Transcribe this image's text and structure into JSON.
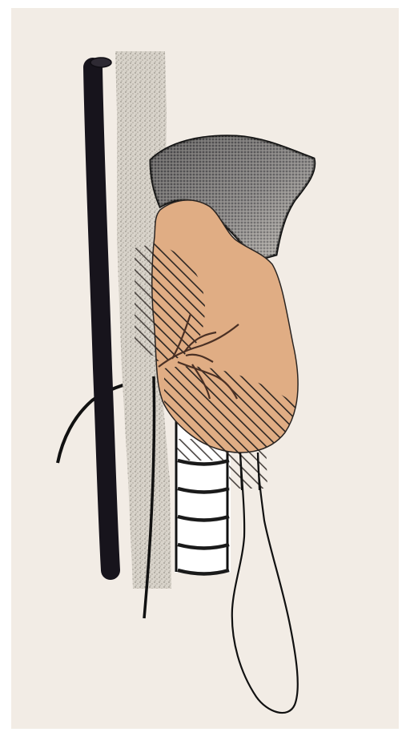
{
  "figure": {
    "colors": {
      "background": "#f2ece5",
      "border": "#ffffff",
      "vessel": "#17141c",
      "muscle_stipple": "#d2cdc3",
      "cartilage_dark": "#3f3e40",
      "cartilage_light": "#c8c4bd",
      "gland": "#e0ad84",
      "hatch": "#2a2421",
      "vessels_in_gland": "#4a3024",
      "outline": "#111111"
    },
    "tracheal_rings": 5,
    "hatched_regions": [
      "upper-pole",
      "lower-pole",
      "paratracheal"
    ]
  }
}
